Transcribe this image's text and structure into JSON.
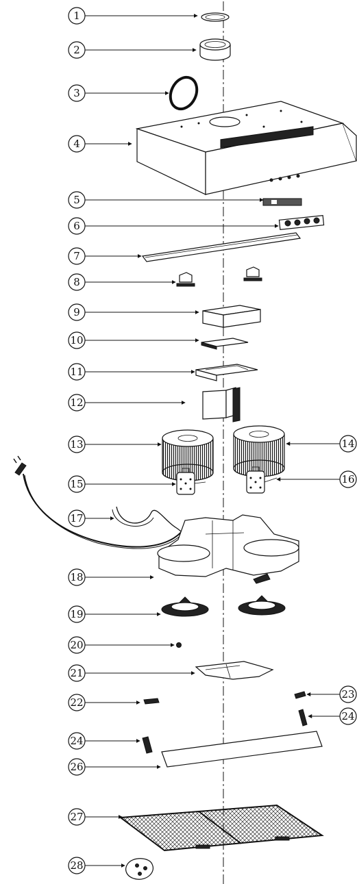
{
  "diagram": {
    "type": "exploded-parts-view",
    "callouts": [
      {
        "label": "1"
      },
      {
        "label": "2"
      },
      {
        "label": "3"
      },
      {
        "label": "4"
      },
      {
        "label": "5"
      },
      {
        "label": "6"
      },
      {
        "label": "7"
      },
      {
        "label": "8"
      },
      {
        "label": "9"
      },
      {
        "label": "10"
      },
      {
        "label": "11"
      },
      {
        "label": "12"
      },
      {
        "label": "13"
      },
      {
        "label": "14"
      },
      {
        "label": "15"
      },
      {
        "label": "16"
      },
      {
        "label": "17"
      },
      {
        "label": "18"
      },
      {
        "label": "19"
      },
      {
        "label": "20"
      },
      {
        "label": "21"
      },
      {
        "label": "22"
      },
      {
        "label": "23"
      },
      {
        "label": "24"
      },
      {
        "label": "24"
      },
      {
        "label": "26"
      },
      {
        "label": "27"
      },
      {
        "label": "28"
      }
    ]
  }
}
